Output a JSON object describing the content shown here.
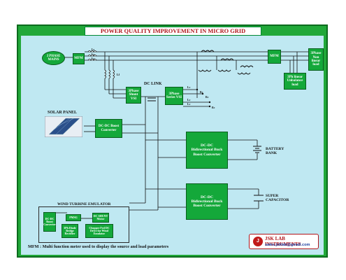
{
  "title": "POWER QUALITY IMPROVEMENT IN MICRO GRID",
  "blocks": {
    "mains": "3 PHASE MAINS",
    "mfm_left": "MFM",
    "mfm_right": "MFM",
    "nonlinear_load": "3Phase Non linear load",
    "unbalance_load": "3Ph linear Unbalance load",
    "shunt_vsi": "3Phase Shunt VSI",
    "series_vsi": "3Phase Series VSI",
    "dcdc_boost": "DC-DC Boost Converter",
    "bidir_top": "DC-DC Bidirectional Buck Boost Converter",
    "bidir_bottom": "DC-DC Bidirectional Buck Boost Converter",
    "wt_boost": "DC-DC Boost Converter",
    "wt_pmsg": "PMSG",
    "wt_dc_motor": "DC SHUNT Motor",
    "wt_rectifier": "3Ph Diode Bridge Rectifier",
    "wt_chopper": "Chopper Fed DC Drive for Wind Emulator"
  },
  "labels": {
    "dc_link": "DC LINK",
    "solar_panel": "SOLAR PANEL",
    "battery_bank": "BATTERY BANK",
    "super_capacitor": "SUPER CAPACITOR",
    "wind_turbine_emulator": "WIND TURBINE EMULATOR",
    "ls1": "Ls",
    "ls2": "Ls",
    "ls3": "Ls",
    "lf": "Lf",
    "lc1": "Lc",
    "lc2": "Lc",
    "lc3": "Lc",
    "rc1": "Rc",
    "rc2": "Rc",
    "rc3": "Rc"
  },
  "footer": {
    "mfm_note": "MFM : Multi function meter used to display the source and load parameters"
  },
  "logo": {
    "name": "JSK LAB INSTRUMENTS",
    "email": "sales.jsklab@gmail.com"
  },
  "colors": {
    "frame": "#21a839",
    "panel": "#bfe8f2",
    "block": "#14a83a",
    "title_text": "#b0141a"
  }
}
